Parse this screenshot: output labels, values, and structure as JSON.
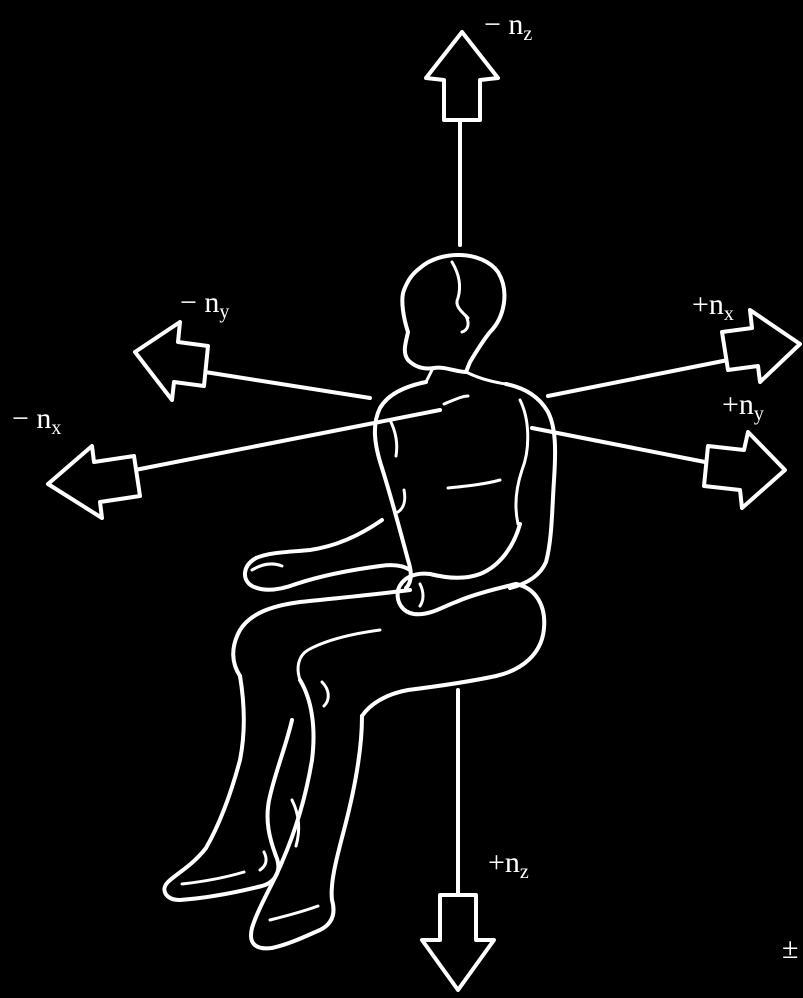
{
  "labels": {
    "neg_nz": {
      "sign": "− ",
      "base": "n",
      "sub": "z"
    },
    "pos_nz": {
      "sign": "+",
      "base": "n",
      "sub": "z"
    },
    "neg_ny": {
      "sign": "− ",
      "base": "n",
      "sub": "y"
    },
    "pos_ny": {
      "sign": "+",
      "base": "n",
      "sub": "y"
    },
    "neg_nx": {
      "sign": "− ",
      "base": "n",
      "sub": "x"
    },
    "pos_nx": {
      "sign": "+",
      "base": "n",
      "sub": "x"
    },
    "corner_fragment": "±"
  },
  "colors": {
    "background": "#000000",
    "line": "#ffffff"
  }
}
